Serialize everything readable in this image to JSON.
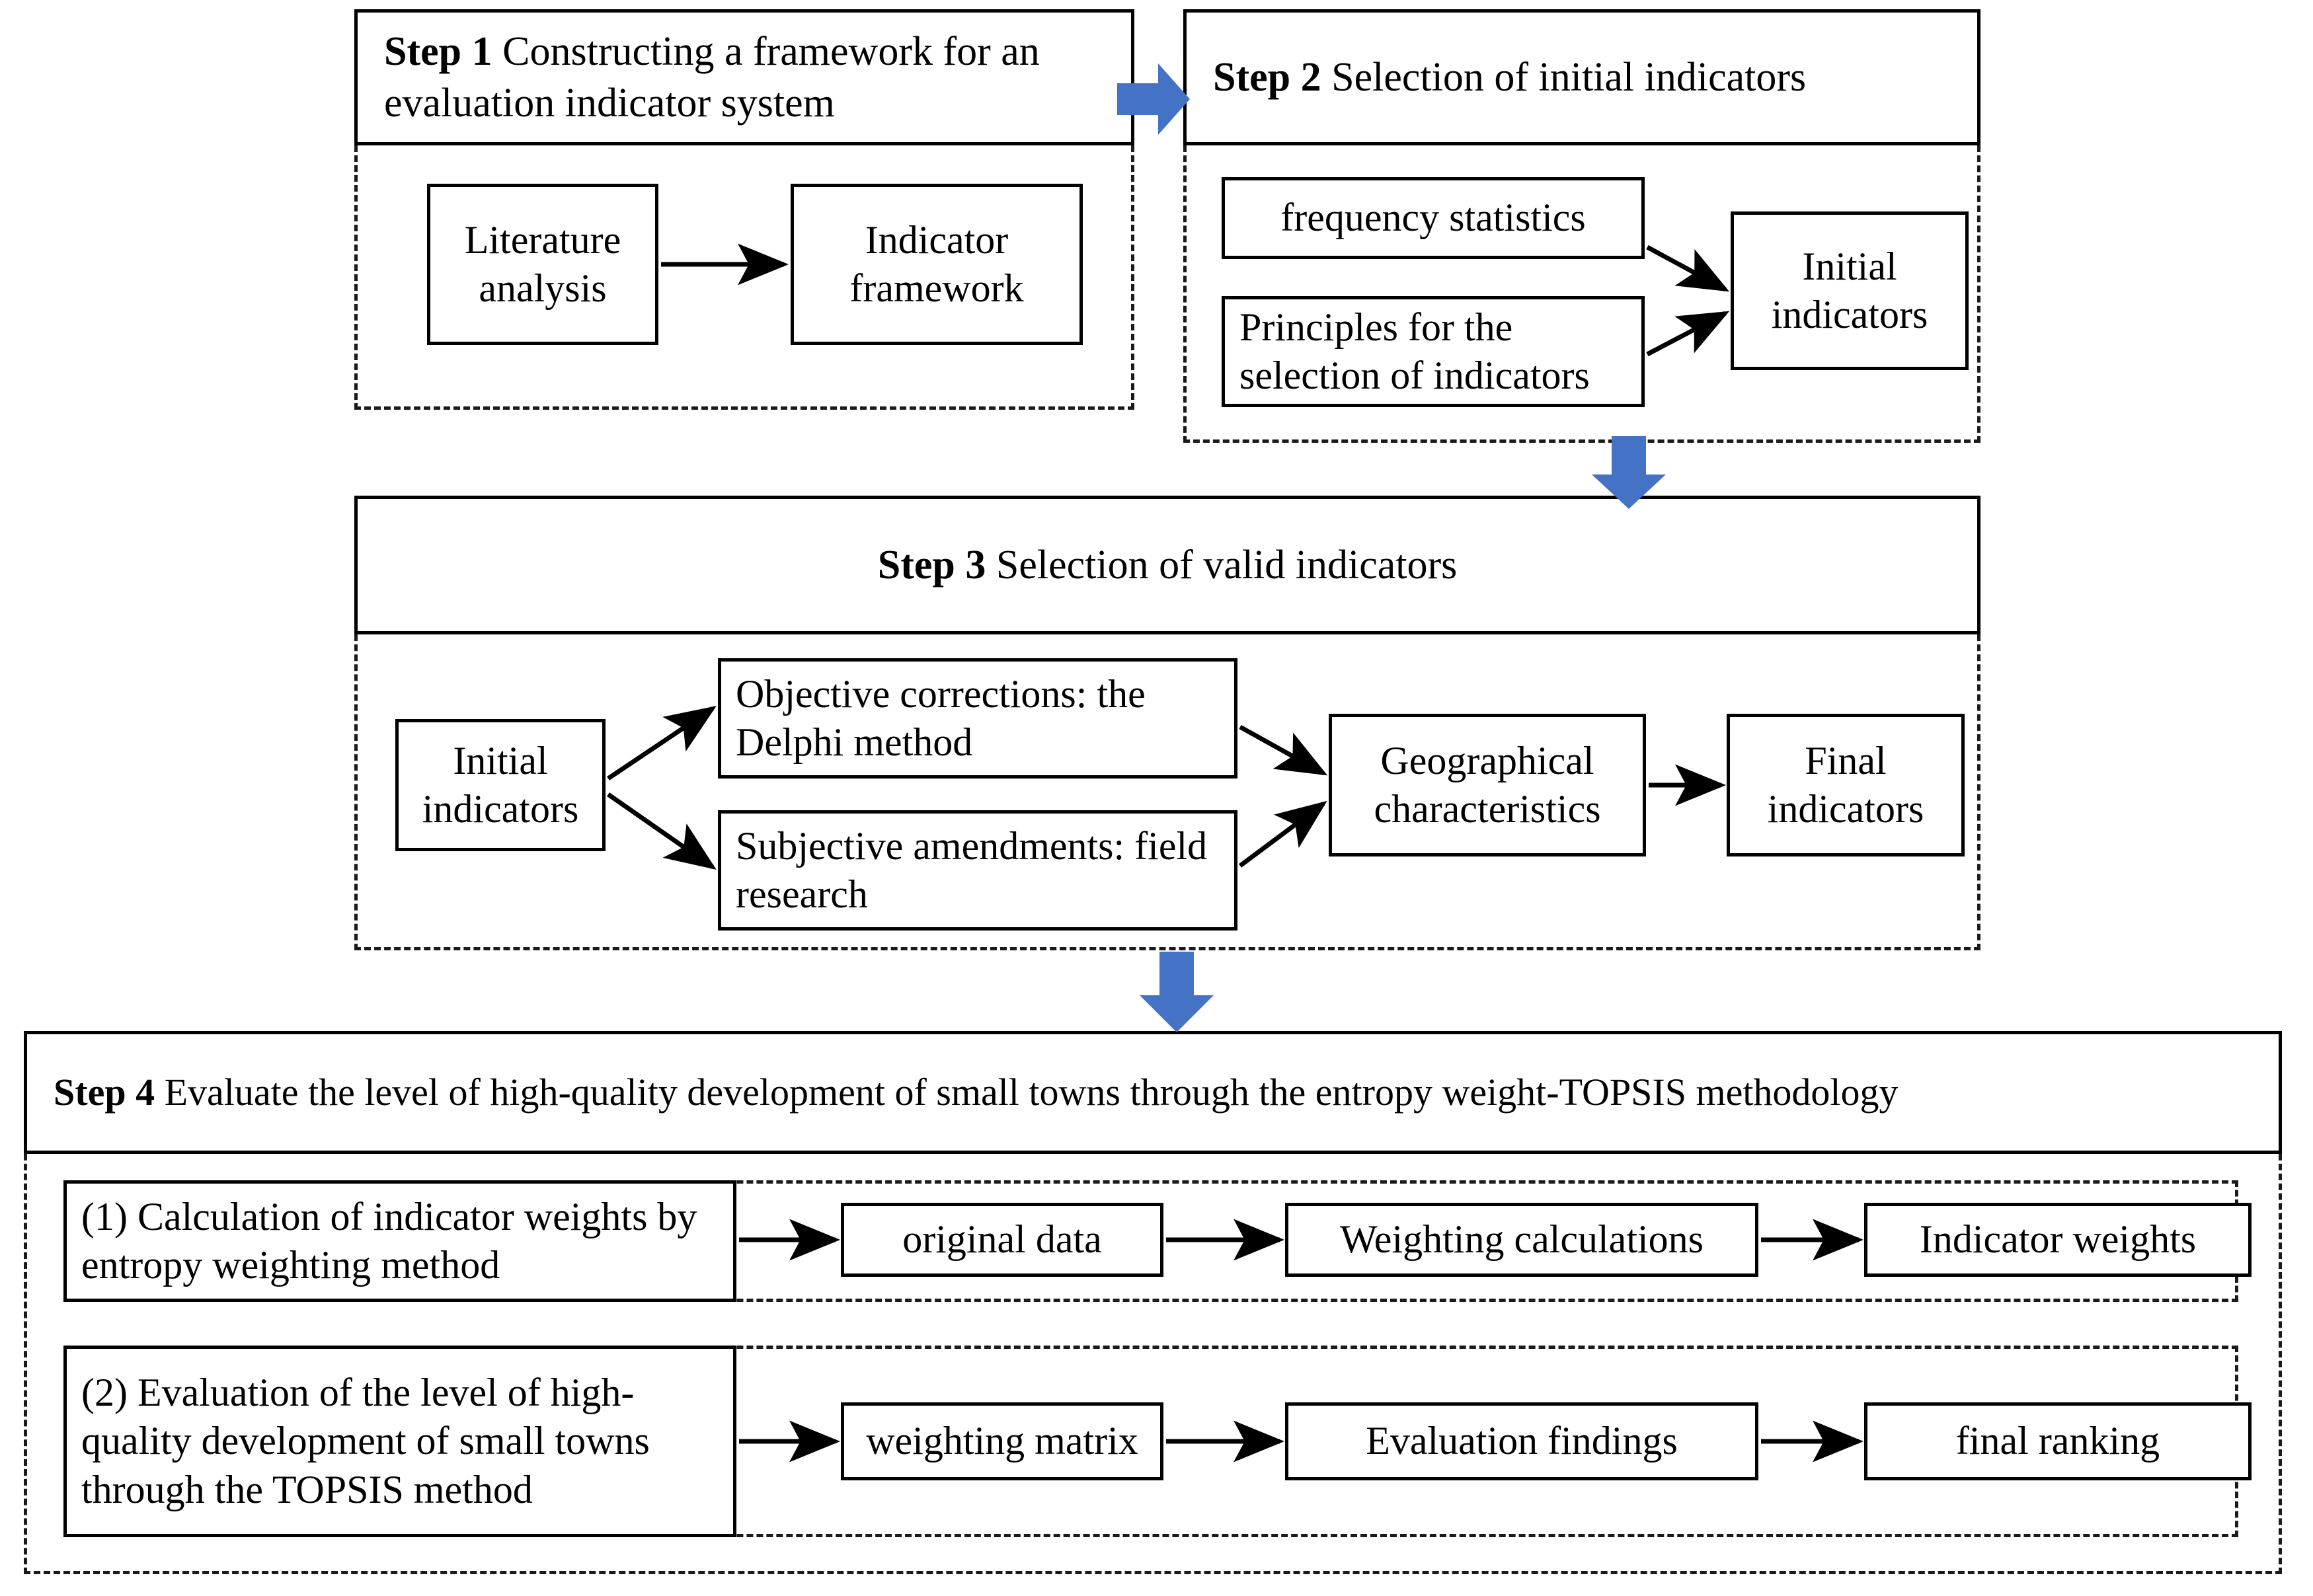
{
  "meta": {
    "accent_blue": "#4472C4",
    "line_color": "#000000"
  },
  "steps": [
    {
      "id": "step1",
      "header_bold": "Step 1",
      "header_rest": " Constructing a framework for an evaluation indicator system",
      "nodes": [
        {
          "id": "literature-analysis",
          "label": "Literature analysis"
        },
        {
          "id": "indicator-framework",
          "label": "Indicator framework"
        }
      ]
    },
    {
      "id": "step2",
      "header_bold": "Step 2",
      "header_rest": " Selection of initial indicators",
      "nodes": [
        {
          "id": "frequency-statistics",
          "label": "frequency statistics"
        },
        {
          "id": "principles-selection",
          "label": "Principles for the selection of indicators"
        },
        {
          "id": "initial-indicators",
          "label": "Initial indicators"
        }
      ]
    },
    {
      "id": "step3",
      "header_bold": "Step 3",
      "header_rest": " Selection of valid indicators",
      "nodes": [
        {
          "id": "initial-indicators-3",
          "label": "Initial indicators"
        },
        {
          "id": "objective-corrections",
          "label": "Objective corrections: the Delphi method"
        },
        {
          "id": "subjective-amendments",
          "label": "Subjective amendments: field research"
        },
        {
          "id": "geographical-characteristics",
          "label": "Geographical characteristics"
        },
        {
          "id": "final-indicators",
          "label": "Final indicators"
        }
      ]
    },
    {
      "id": "step4",
      "header_bold": "Step 4",
      "header_rest": " Evaluate the level of high-quality development of small towns through the entropy weight-TOPSIS methodology",
      "substeps": [
        {
          "id": "substep-1",
          "label": "(1) Calculation of indicator weights by entropy weighting method",
          "nodes": [
            {
              "id": "original-data",
              "label": "original data"
            },
            {
              "id": "weighting-calculations",
              "label": "Weighting calculations"
            },
            {
              "id": "indicator-weights",
              "label": "Indicator weights"
            }
          ]
        },
        {
          "id": "substep-2",
          "label": "(2) Evaluation of the level of high-quality development of small towns through the TOPSIS method",
          "nodes": [
            {
              "id": "weighting-matrix",
              "label": "weighting matrix"
            },
            {
              "id": "evaluation-findings",
              "label": "Evaluation findings"
            },
            {
              "id": "final-ranking",
              "label": "final ranking"
            }
          ]
        }
      ]
    }
  ],
  "connectors": {
    "step1_to_step2": "blue-right-arrow",
    "step2_to_step3": "blue-down-arrow",
    "step3_to_step4": "blue-down-arrow"
  }
}
